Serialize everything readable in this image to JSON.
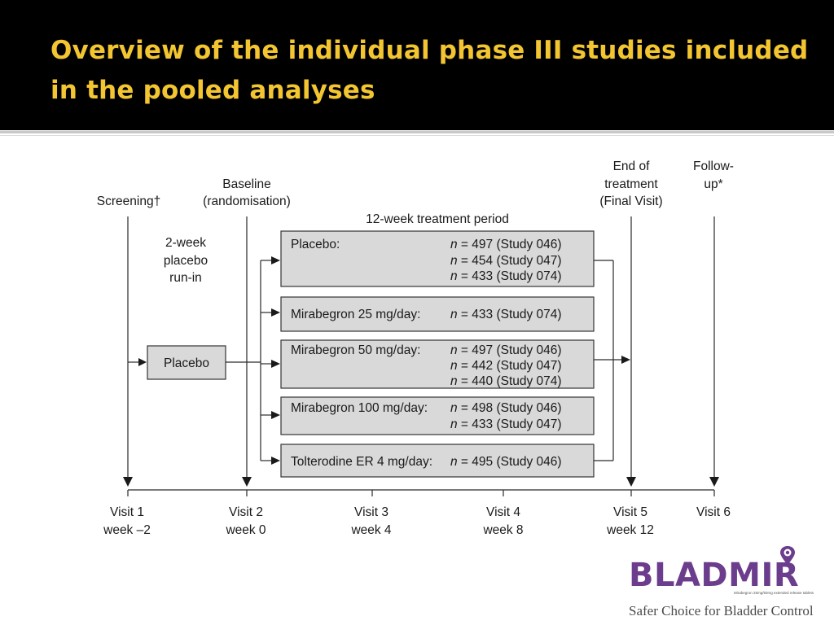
{
  "slide": {
    "title_line1": "Overview of the individual phase III studies included",
    "title_line2": "in the pooled analyses"
  },
  "diagram": {
    "top_labels": {
      "screening": "Screening†",
      "baseline_1": "Baseline",
      "baseline_2": "(randomisation)",
      "end_1": "End of",
      "end_2": "treatment",
      "end_3": "(Final Visit)",
      "followup_1": "Follow-",
      "followup_2": "up*"
    },
    "run_in": {
      "line1": "2-week",
      "line2": "placebo",
      "line3": "run-in"
    },
    "treatment_period_label": "12-week treatment period",
    "placebo_runin_box": "Placebo",
    "arms": [
      {
        "name": "Placebo:",
        "counts": [
          {
            "n": "n",
            "text": " = 497 (Study 046)"
          },
          {
            "n": "n",
            "text": " = 454 (Study 047)"
          },
          {
            "n": "n",
            "text": " = 433 (Study 074)"
          }
        ]
      },
      {
        "name": "Mirabegron 25 mg/day:",
        "counts": [
          {
            "n": "n",
            "text": " = 433 (Study 074)"
          }
        ]
      },
      {
        "name": "Mirabegron 50 mg/day:",
        "counts": [
          {
            "n": "n",
            "text": " = 497 (Study 046)"
          },
          {
            "n": "n",
            "text": " = 442 (Study 047)"
          },
          {
            "n": "n",
            "text": " = 440 (Study 074)"
          }
        ]
      },
      {
        "name": "Mirabegron 100 mg/day:",
        "counts": [
          {
            "n": "n",
            "text": " = 498 (Study 046)"
          },
          {
            "n": "n",
            "text": " = 433 (Study 047)"
          }
        ]
      },
      {
        "name": "Tolterodine ER 4 mg/day:",
        "counts": [
          {
            "n": "n",
            "text": " = 495 (Study 046)"
          }
        ]
      }
    ],
    "visits": [
      {
        "visit": "Visit 1",
        "week": "week –2"
      },
      {
        "visit": "Visit 2",
        "week": "week 0"
      },
      {
        "visit": "Visit 3",
        "week": "week 4"
      },
      {
        "visit": "Visit 4",
        "week": "week 8"
      },
      {
        "visit": "Visit 5",
        "week": "week 12"
      },
      {
        "visit": "Visit 6",
        "week": ""
      }
    ]
  },
  "logo": {
    "brand": "BLADMIR",
    "caption": "Mirabegron 25mg/50mg extended release tablets",
    "tagline": "Safer Choice for Bladder Control",
    "color": "#6b3d8c"
  },
  "colors": {
    "title": "#f2c531",
    "header_bg": "#000000",
    "box_fill": "#d9d9d9"
  }
}
